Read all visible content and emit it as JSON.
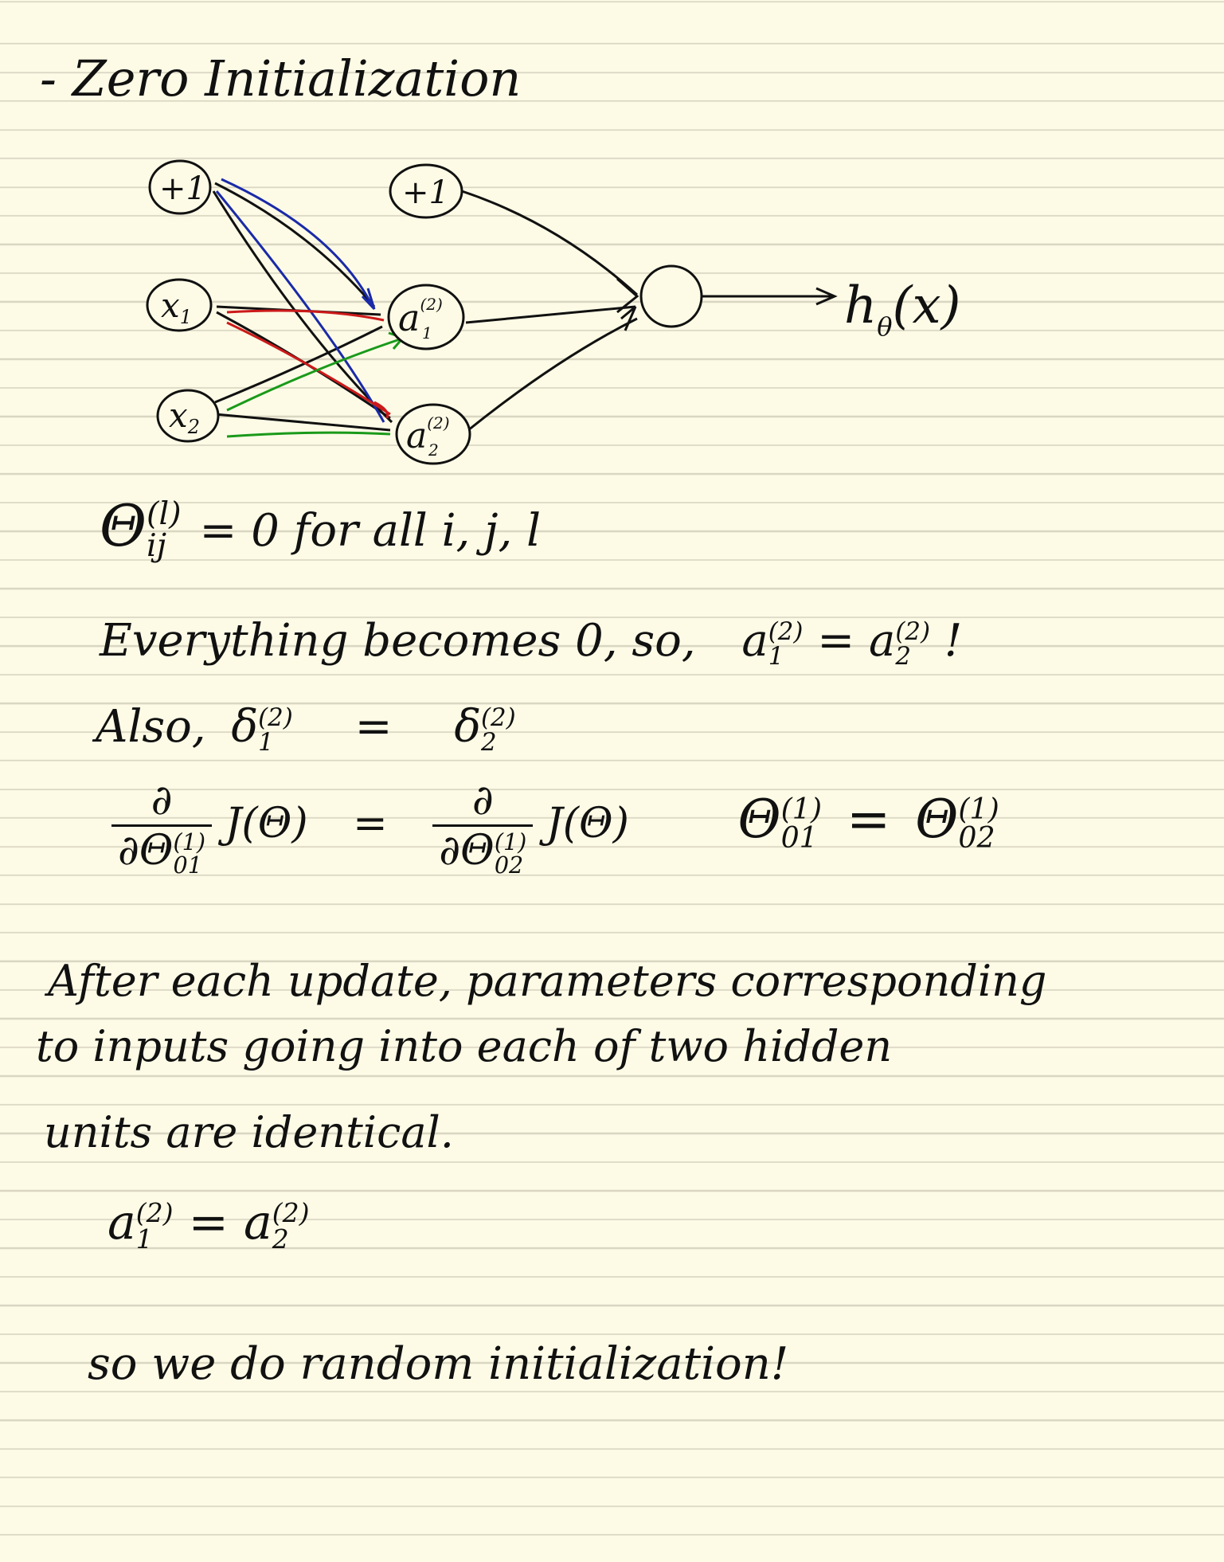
{
  "title": "- Zero Initialization",
  "network": {
    "bias_input": "+1",
    "bias_hidden": "+1",
    "x1": "x",
    "x1_sub": "1",
    "x2": "x",
    "x2_sub": "2",
    "a": "a",
    "a1_sup": "(2)",
    "a1_sub": "1",
    "a2_sup": "(2)",
    "a2_sub": "2",
    "output": "h",
    "output_sub": "θ",
    "output_arg": "(x)",
    "colors": {
      "ink": "#111111",
      "blue": "#1a2aa8",
      "red": "#cc1a1a",
      "green": "#1a9a1a"
    }
  },
  "eq1": {
    "theta": "Θ",
    "sup": "(l)",
    "sub": "ij",
    "rest": "= 0  for all  i, j, l"
  },
  "line_everything": {
    "text": "Everything becomes 0, so,",
    "lhs": "a",
    "lhs_sup": "(2)",
    "lhs_sub": "1",
    "eq": "=",
    "rhs": "a",
    "rhs_sup": "(2)",
    "rhs_sub": "2",
    "end": "!"
  },
  "line_also": {
    "text": "Also,",
    "lhs": "δ",
    "lhs_sup": "(2)",
    "lhs_sub": "1",
    "eq": "=",
    "rhs": "δ",
    "rhs_sup": "(2)",
    "rhs_sub": "2"
  },
  "line_partial": {
    "num": "∂",
    "den": "∂Θ",
    "den1_sup": "(1)",
    "den1_sub": "01",
    "j": "J(Θ)",
    "eq": "=",
    "den2_sup": "(1)",
    "den2_sub": "02",
    "theta": "Θ",
    "t1_sup": "(1)",
    "t1_sub": "01",
    "t2_sup": "(1)",
    "t2_sub": "02"
  },
  "paragraph": {
    "line1": "After each update, parameters corresponding",
    "line2": "to inputs going into each of two hidden",
    "line3": "units are identical."
  },
  "eq_final": {
    "lhs": "a",
    "lhs_sup": "(2)",
    "lhs_sub": "1",
    "eq": "=",
    "rhs": "a",
    "rhs_sup": "(2)",
    "rhs_sub": "2"
  },
  "conclusion": "so we do random initialization!"
}
